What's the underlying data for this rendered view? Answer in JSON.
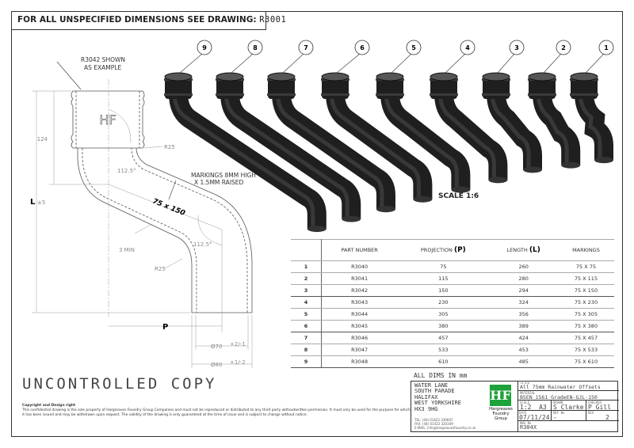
{
  "header": {
    "label": "FOR ALL UNSPECIFIED DIMENSIONS SEE DRAWING:",
    "drawing_ref": "R3001"
  },
  "detail_view": {
    "example_note": [
      "R3042 SHOWN",
      "AS EXAMPLE"
    ],
    "logo_mark": "HF",
    "dim_124": "124",
    "dim_L": "L",
    "dim_L_tol": "±5",
    "radius_top": "R25",
    "radius_bottom": "R25",
    "angle_top": "112.5°",
    "angle_bottom": "112.5°",
    "wall_min": "3 MIN",
    "marking_note": [
      "MARKINGS 8MM HIGH",
      "X 1.5MM RAISED"
    ],
    "marking_example": "75 x 150",
    "dim_P": "P",
    "dia_inner": "Ø70",
    "dia_inner_tol": "+2/-1",
    "dia_outer": "Ø80",
    "dia_outer_tol": "+1/-2"
  },
  "iso_view": {
    "balloons": [
      "9",
      "8",
      "7",
      "6",
      "5",
      "4",
      "3",
      "2",
      "1"
    ],
    "pipe_color": "#1f1f1f",
    "scale_label": "SCALE 1:6"
  },
  "table": {
    "headers": [
      "",
      "PART NUMBER",
      "PROJECTION",
      "LENGTH",
      "MARKINGS"
    ],
    "proj_symbol": "(P)",
    "len_symbol": "(L)",
    "rows": [
      [
        "1",
        "R3040",
        "75",
        "260",
        "75 X 75"
      ],
      [
        "2",
        "R3041",
        "115",
        "280",
        "75 X 115"
      ],
      [
        "3",
        "R3042",
        "150",
        "294",
        "75 X 150"
      ],
      [
        "4",
        "R3043",
        "230",
        "324",
        "75 X 230"
      ],
      [
        "5",
        "R3044",
        "305",
        "356",
        "75 X 305"
      ],
      [
        "6",
        "R3045",
        "380",
        "389",
        "75 X 380"
      ],
      [
        "7",
        "R3046",
        "457",
        "424",
        "75 X 457"
      ],
      [
        "8",
        "R3047",
        "533",
        "453",
        "75 X 533"
      ],
      [
        "9",
        "R3048",
        "610",
        "485",
        "75 X 610"
      ]
    ]
  },
  "watermark": "UNCONTROLLED COPY",
  "copyright": {
    "title": "Copyright and Design right",
    "body": "This confidential drawing is the sole property of Hargreaves Foundry Group Companies and must not be reproduced or distributed to any third party withoutwritten permission. It must only be used for the purpose for which it has been issued and may be withdrawn upon request. The validity of the drawing is only guaranteed at the time of issue and is subject to change without notice."
  },
  "title_block": {
    "all_dims": "ALL DIMS IN mm",
    "address": [
      "WATER LANE",
      "SOUTH PARADE",
      "HALIFAX",
      "WEST YORKSHIRE",
      "HX3 9HG"
    ],
    "tel": "TEL: (44) 01422 330607",
    "fax": "FAX: (44) 01422 320349",
    "email": "E-MAIL: info@hargreavesfoundry.co.uk",
    "logo_mark": "HF",
    "logo_text": [
      "Hargreaves",
      "Foundry",
      "Group"
    ],
    "brand_color": "#1ea23a",
    "title_label": "TITLE",
    "title": "All 75mm Rainwater Offsets",
    "material_label": "MATERIAL",
    "material": "BSEN 1561 GradeEN-GJL-150",
    "scale_label": "SCALE",
    "scale": "1:2",
    "size": "A3",
    "drawn_label": "DRAWN",
    "drawn": "S Clarke",
    "checked_label": "CHECKED",
    "checked": "P Gill",
    "date_label": "DATE",
    "date": "07/11/24",
    "ref_label": "REF No",
    "ref": "-",
    "rev_label": "REV",
    "rev": "2",
    "dwg_label": "DWG No",
    "dwg": "R304X"
  }
}
